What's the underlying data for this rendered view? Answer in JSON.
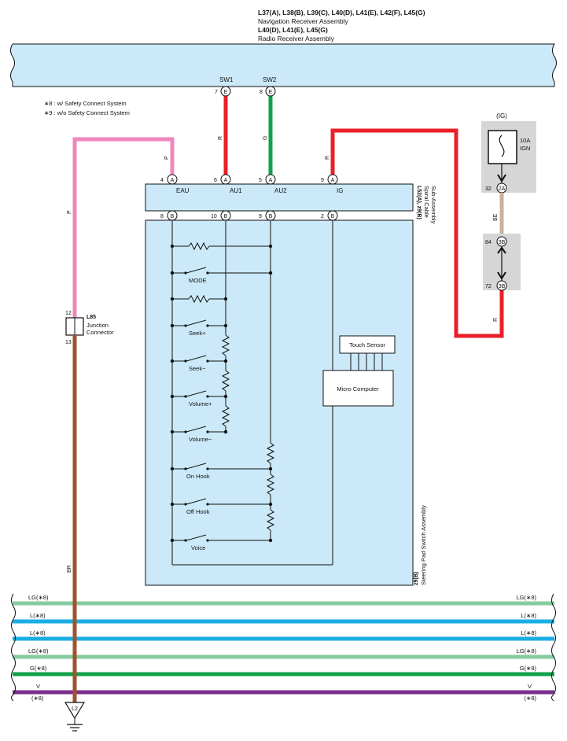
{
  "header": {
    "line1": "L37(A), L38(B), L39(C), L40(D), L41(E), L42(F), L45(G)",
    "line2": "Navigation Receiver Assembly",
    "line3": "L40(D), L41(E), L45(G)",
    "line4": "Radio Receiver Assembly"
  },
  "notes": {
    "n1": "∗8 : w/ Safety Connect System",
    "n2": "∗9 : w/o Safety Connect System"
  },
  "receiver_pins": {
    "sw1_name": "SW1",
    "sw1_num": "7",
    "sw1_conn": "E",
    "sw2_name": "SW2",
    "sw2_num": "8",
    "sw2_conn": "E"
  },
  "wire_colors": {
    "sw1": "R",
    "sw2": "G",
    "eau": "P",
    "ig": "R",
    "pink_long": "P",
    "fuse_out": "BE",
    "fuse_in": "R",
    "ground": "BR"
  },
  "spiral_cable": {
    "id": "L52(A), z9(B)",
    "name1": "Spiral Cable",
    "name2": "Sub-Assembly",
    "top_pins": [
      {
        "num": "4",
        "conn": "A",
        "name": "EAU"
      },
      {
        "num": "6",
        "conn": "A",
        "name": "AU1"
      },
      {
        "num": "5",
        "conn": "A",
        "name": "AU2"
      },
      {
        "num": "9",
        "conn": "A",
        "name": "IG"
      }
    ],
    "bottom_pins": [
      {
        "num": "8",
        "conn": "B"
      },
      {
        "num": "10",
        "conn": "B"
      },
      {
        "num": "9",
        "conn": "B"
      },
      {
        "num": "2",
        "conn": "B"
      }
    ]
  },
  "steering_pad": {
    "id": "z9(B)",
    "name": "Steering Pad Switch Assembly",
    "switches": [
      "MODE",
      "Seek+",
      "Seek−",
      "Volume+",
      "Volume−",
      "On Hook",
      "Off Hook",
      "Voice"
    ],
    "touch_sensor": "Touch Sensor",
    "micro_computer": "Micro Computer"
  },
  "fuse": {
    "supply": "(IG)",
    "rating": "10A",
    "name": "IGN",
    "pin_num": "32",
    "pin_conn": "2A"
  },
  "inline_connector": {
    "top_num": "84",
    "top_conn": "3B",
    "bottom_num": "72",
    "bottom_conn": "3B"
  },
  "junction": {
    "id": "L85",
    "name1": "Junction",
    "name2": "Connector",
    "pin_top": "12",
    "pin_bottom": "13"
  },
  "ground": {
    "id": "L2"
  },
  "bus_wires": [
    {
      "left": "LG(∗8)",
      "right": "LG(∗8)",
      "color": "#86cba0"
    },
    {
      "left": "L(∗8)",
      "right": "L(∗8)",
      "color": "#19aee4"
    },
    {
      "left": "L(∗8)",
      "right": "L(∗8)",
      "color": "#19aee4"
    },
    {
      "left": "LG(∗8)",
      "right": "LG(∗8)",
      "color": "#86cba0"
    },
    {
      "left": "G(∗8)",
      "right": "G(∗8)",
      "color": "#12a04b"
    },
    {
      "left": "V",
      "right": "V",
      "left2": "(∗8)",
      "right2": "(∗8)",
      "color": "#7b2e8e"
    }
  ],
  "colors": {
    "box_fill": "#cbe9f8",
    "red": "#e8202a",
    "green": "#12a04b",
    "pink": "#ef86bd",
    "brown": "#a0522d",
    "beige": "#c9b29a",
    "gray_panel": "#d6d6d6"
  }
}
